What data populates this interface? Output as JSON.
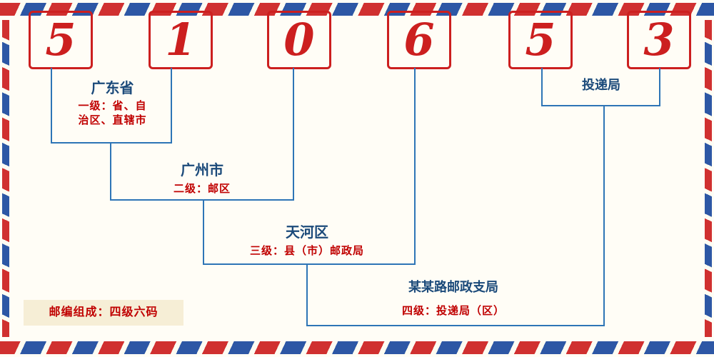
{
  "postal_code": {
    "digits": [
      "5",
      "1",
      "0",
      "6",
      "5",
      "3"
    ]
  },
  "levels": {
    "level1": {
      "region": "广东省",
      "desc": "一级：省、自治区、直辖市"
    },
    "level2": {
      "region": "广州市",
      "desc": "二级：邮区"
    },
    "level3": {
      "region": "天河区",
      "desc": "三级：县（市）邮政局"
    },
    "level4": {
      "region": "某某路邮政支局",
      "desc": "四级：投递局（区）"
    },
    "delivery_office": {
      "label": "投递局"
    }
  },
  "note": {
    "text": "邮编组成：四级六码"
  },
  "colors": {
    "digit_red": "#cc1f1f",
    "line_blue": "#2e75b6",
    "region_blue": "#1b4a7a",
    "desc_red": "#c00000",
    "stripe_red": "#d03030",
    "stripe_blue": "#2d57a5",
    "note_bg": "#f6eed6",
    "page_bg": "#fffdf6"
  }
}
